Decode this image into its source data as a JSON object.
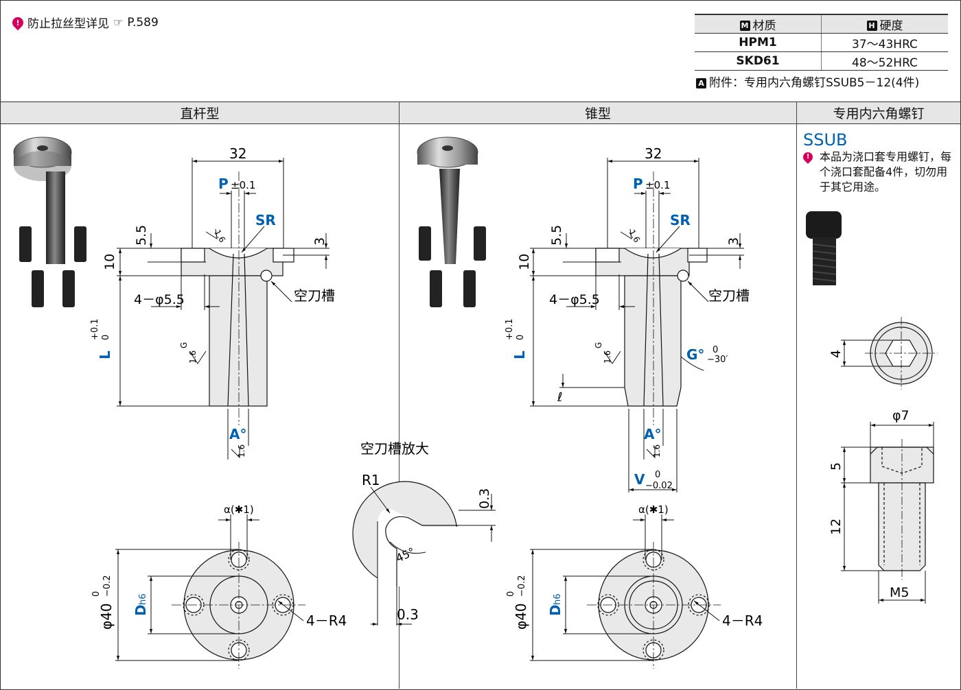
{
  "note": {
    "text": "防止拉丝型详见",
    "page_ref": "P.589"
  },
  "materials": {
    "header_material": "材质",
    "header_hardness": "硬度",
    "rows": [
      {
        "material": "HPM1",
        "hardness": "37～43HRC"
      },
      {
        "material": "SKD61",
        "hardness": "48～52HRC"
      }
    ],
    "attachment": "附件：专用内六角螺钉SSUB5－12(4件)"
  },
  "sections": {
    "straight": "直杆型",
    "taper": "锥型",
    "screw": "专用内六角螺钉"
  },
  "screw_panel": {
    "title": "SSUB",
    "note": "本品为浇口套专用螺钉，每个浇口套配备4件，切勿用于其它用途。",
    "dims": {
      "hex": "4",
      "dia": "φ7",
      "head": "5",
      "length": "12",
      "thread": "M5"
    }
  },
  "drawing_labels": {
    "width": "32",
    "p": "P",
    "p_tol": "±0.1",
    "sr": "SR",
    "rough": "1.6",
    "h55": "5.5",
    "h3": "3",
    "h10": "10",
    "holes": "4－φ5.5",
    "groove": "空刀槽",
    "l": "L",
    "l_tol_up": "+0.1",
    "l_tol_lo": "0",
    "g": "G",
    "a": "A°",
    "g_angle": "G°",
    "g_tol_up": "0",
    "g_tol_lo": "−30′",
    "ell": "ℓ",
    "v": "V",
    "v_tol_up": "0",
    "v_tol_lo": "−0.02",
    "alpha": "α(✱1)",
    "dia40": "φ40",
    "dia_tol_up": "0",
    "dia_tol_lo": "−0.2",
    "dh6": "D",
    "dh6_sub": "h6",
    "r4": "4－R4"
  },
  "detail": {
    "title": "空刀槽放大",
    "r1": "R1",
    "d03a": "0.3",
    "d03b": "0.3",
    "angle": "45°"
  }
}
